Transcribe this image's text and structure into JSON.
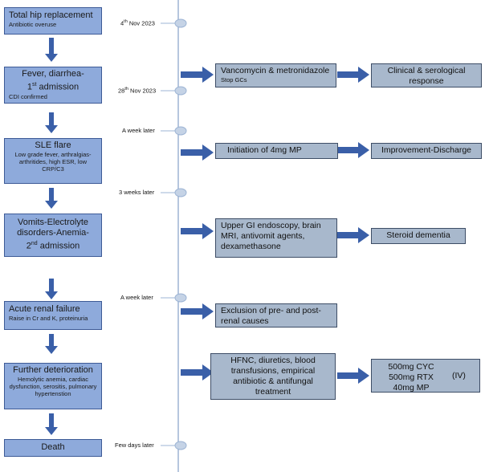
{
  "events": [
    {
      "title": "Total hip replacement",
      "sub": "Antibiotic overuse"
    },
    {
      "title": "Fever, diarrhea-",
      "title2_pre": "1",
      "title2_sup": "st",
      "title2_post": " admission",
      "sub": "CDI confirmed"
    },
    {
      "title": "SLE flare",
      "sub": "Low grade fever, arthralgias-arthritides, high ESR, low CRP/C3"
    },
    {
      "title": "Vomits-Electrolyte disorders-Anemia-",
      "title2_pre": "2",
      "title2_sup": "nd",
      "title2_post": " admission"
    },
    {
      "title": "Acute renal failure",
      "sub": "Raise in Cr and K, proteinuria"
    },
    {
      "title": "Further deterioration",
      "sub": "Hemolytic anemia, cardiac dysfunction, serositis, pulmonary hypertenstion"
    },
    {
      "title": "Death"
    }
  ],
  "dates": [
    {
      "pre": "4",
      "sup": "th",
      "post": " Nov 2023"
    },
    {
      "pre": "28",
      "sup": "th",
      "post": " Nov 2023"
    },
    {
      "text": "A week later"
    },
    {
      "text": "3 weeks later"
    },
    {
      "text": "A week later"
    },
    {
      "text": "Few days later"
    }
  ],
  "actions": {
    "a1": {
      "text": "Vancomycin & metronidazole",
      "sub": "Stop GCs"
    },
    "a1_result": "Clinical & serological response",
    "a2": "Initiation of 4mg MP",
    "a2_result": "Improvement-Discharge",
    "a3": "Upper GI endoscopy, brain MRI, antivomit agents, dexamethasone",
    "a3_result": "Steroid dementia",
    "a4": "Exclusion of pre- and post-renal causes",
    "a5": "HFNC, diuretics, blood transfusions, empirical antibiotic & antifungal treatment",
    "a5_result": [
      "500mg CYC",
      "500mg RTX",
      "40mg MP"
    ],
    "a5_route": "(IV)"
  },
  "colors": {
    "event_fill": "#8eaadb",
    "action_fill": "#a8b8cc",
    "arrow": "#3a5fa8",
    "timeline": "#9db4d4",
    "node": "#c5d3e6"
  }
}
